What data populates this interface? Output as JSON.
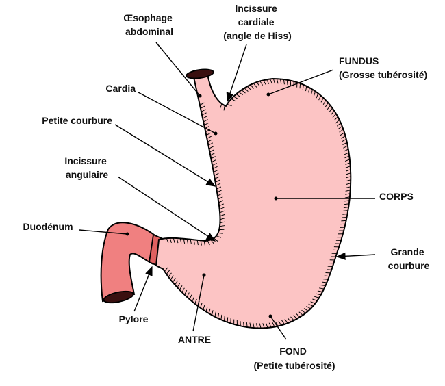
{
  "labels": {
    "oesophage": [
      "Œsophage",
      "abdominal"
    ],
    "incisure_cardiale": [
      "Incissure",
      "cardiale",
      "(angle de Hiss)"
    ],
    "fundus": [
      "FUNDUS",
      "(Grosse tubérosité)"
    ],
    "cardia": [
      "Cardia"
    ],
    "petite_courbure": [
      "Petite courbure"
    ],
    "incisure_angulaire": [
      "Incissure",
      "angulaire"
    ],
    "corps": [
      "CORPS"
    ],
    "duodenum": [
      "Duodénum"
    ],
    "grande_courbure": [
      "Grande",
      "courbure"
    ],
    "pylore": [
      "Pylore"
    ],
    "antre": [
      "ANTRE"
    ],
    "fond": [
      "FOND",
      "(Petite tubérosité)"
    ]
  },
  "colors": {
    "stomach_fill": "#fcc4c4",
    "duodenum_fill": "#f08080",
    "pylorus_fill": "#e06060",
    "outline": "#000000"
  }
}
